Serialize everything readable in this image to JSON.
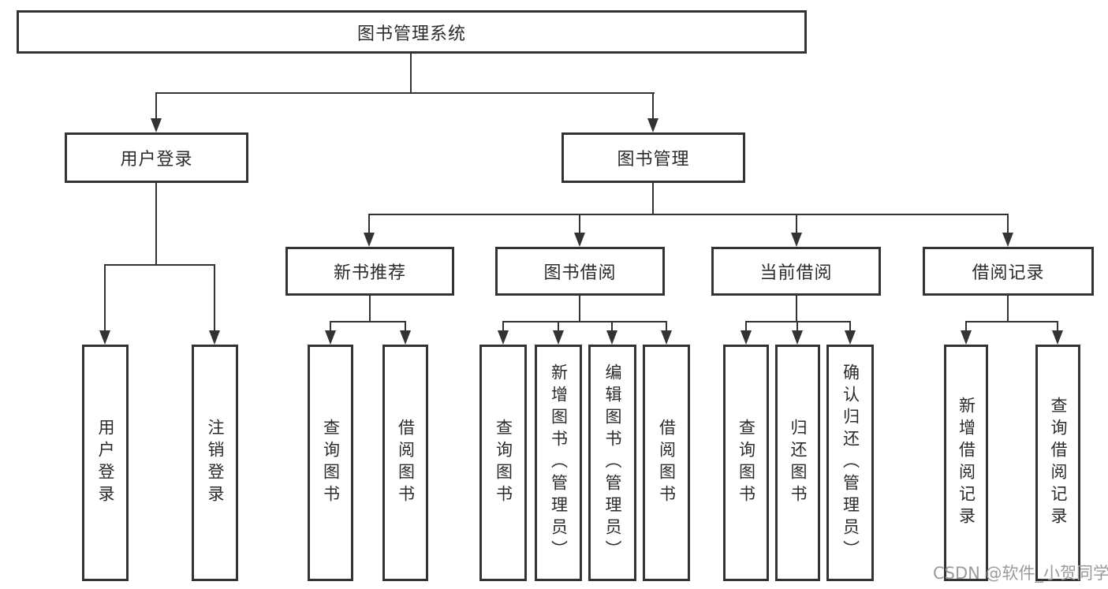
{
  "diagram": {
    "colors": {
      "line": "#333333",
      "text": "#2b2b2b",
      "background": "#ffffff",
      "watermark": "#9b9b9b"
    },
    "watermark": "CSDN @软件_小贺同学",
    "root": {
      "label": "图书管理系统"
    },
    "level2": [
      {
        "label": "用户登录"
      },
      {
        "label": "图书管理"
      }
    ],
    "level3": [
      {
        "label": "新书推荐"
      },
      {
        "label": "图书借阅"
      },
      {
        "label": "当前借阅"
      },
      {
        "label": "借阅记录"
      }
    ],
    "leaves": {
      "user_login": [
        {
          "label": "用户登录"
        },
        {
          "label": "注销登录"
        }
      ],
      "new_books": [
        {
          "label": "查询图书"
        },
        {
          "label": "借阅图书"
        }
      ],
      "book_borrow": [
        {
          "label": "查询图书"
        },
        {
          "label": "新增图书（管理员）"
        },
        {
          "label": "编辑图书（管理员）"
        },
        {
          "label": "借阅图书"
        }
      ],
      "current_borrow": [
        {
          "label": "查询图书"
        },
        {
          "label": "归还图书"
        },
        {
          "label": "确认归还（管理员）"
        }
      ],
      "borrow_records": [
        {
          "label": "新增借阅记录"
        },
        {
          "label": "查询借阅记录"
        }
      ]
    }
  }
}
